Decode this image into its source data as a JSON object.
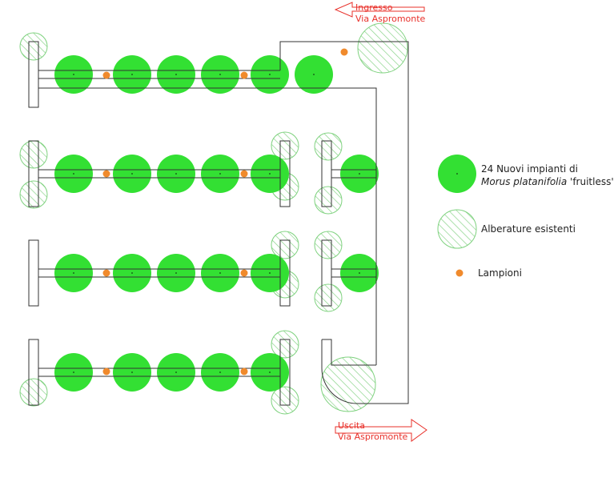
{
  "entrance": {
    "line1": "Ingresso",
    "line2": "Via Aspromonte"
  },
  "exit": {
    "line1": "Uscita",
    "line2": "Via Aspromonte"
  },
  "legend": {
    "new_plants": {
      "line1": "24 Nuovi impianti di",
      "line2_italic": "Morus platanifolia",
      "line2_rest": " 'fruitless'"
    },
    "existing_trees": "Alberature esistenti",
    "lamps": "Lampioni"
  },
  "colors": {
    "new_tree": "#33e033",
    "existing_tree": "#7fd27f",
    "lamp": "#f08a2c",
    "annotation": "#e8302a",
    "outline": "#333333"
  }
}
